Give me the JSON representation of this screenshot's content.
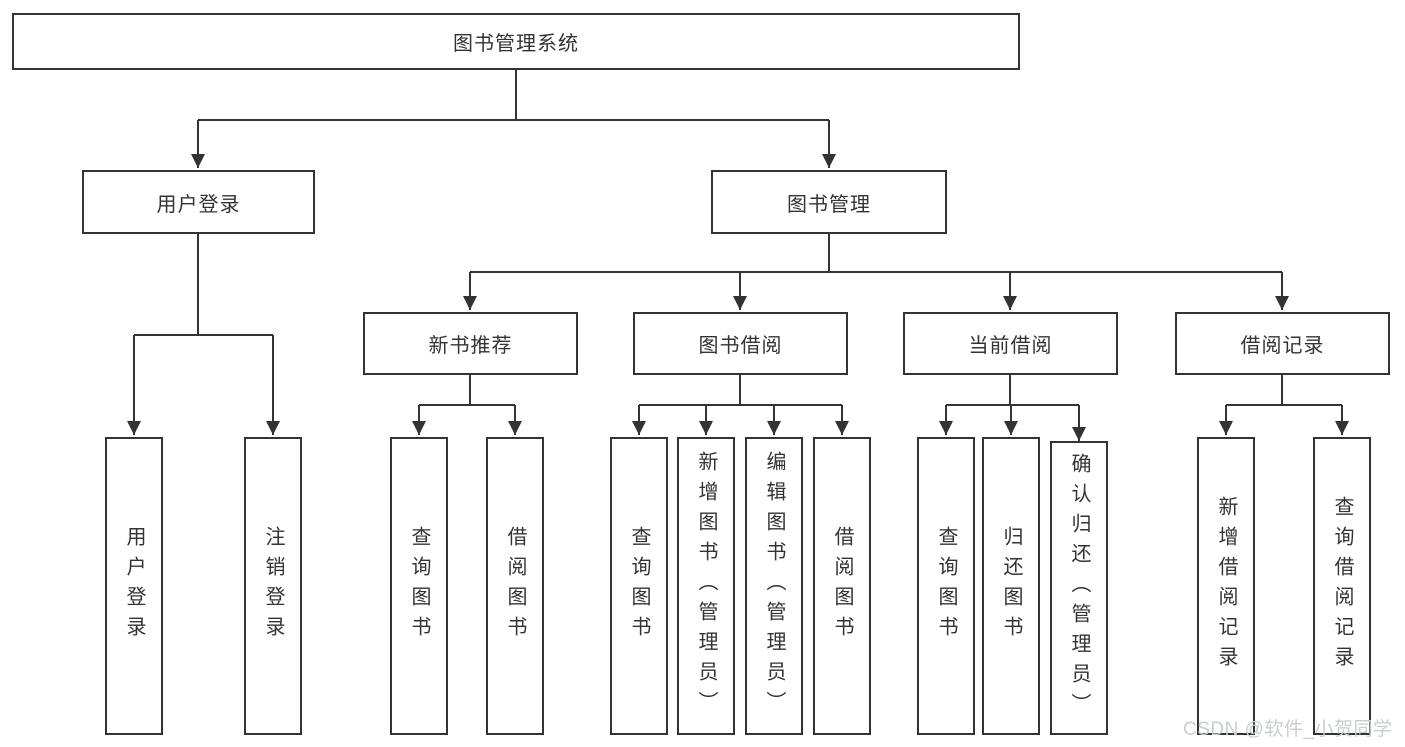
{
  "diagram": {
    "title_box": "图书管理系统",
    "level2": {
      "user_login": "用户登录",
      "book_management": "图书管理"
    },
    "level3": {
      "new_book_recommend": "新书推荐",
      "book_borrow": "图书借阅",
      "current_borrow": "当前借阅",
      "borrow_records": "借阅记录"
    },
    "leaves": {
      "user_login": [
        "用户登录",
        "注销登录"
      ],
      "new_book_recommend": [
        "查询图书",
        "借阅图书"
      ],
      "book_borrow": [
        "查询图书",
        "新增图书（管理员）",
        "编辑图书（管理员）",
        "借阅图书"
      ],
      "current_borrow": [
        "查询图书",
        "归还图书",
        "确认归还（管理员）"
      ],
      "borrow_records": [
        "新增借阅记录",
        "查询借阅记录"
      ]
    },
    "colors": {
      "line": "#333333",
      "box_border": "#333333",
      "text": "#333333",
      "background": "#ffffff",
      "watermark": "#c9cdd2"
    },
    "watermark": "CSDN @软件_小贺同学"
  }
}
